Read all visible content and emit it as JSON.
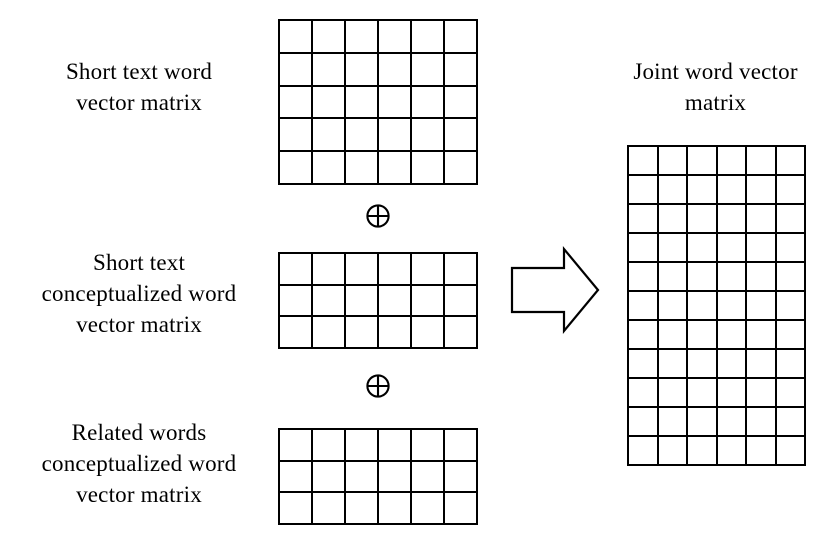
{
  "diagram": {
    "title": "Joint word vector matrix construction",
    "background_color": "#ffffff",
    "stroke_color": "#000000"
  },
  "labels": {
    "short_text_word": "Short text word\nvector matrix",
    "short_text_conceptualized": "Short text\nconceptualized word\nvector matrix",
    "related_words_conceptualized": "Related words\nconceptualized word\nvector matrix",
    "joint_word_vector": "Joint word vector\nmatrix"
  },
  "operators": {
    "first_plus": "circled-plus",
    "second_plus": "circled-plus",
    "arrow": "right-block-arrow"
  },
  "matrices": {
    "short_text_word_matrix": {
      "name": "short-text-word-vector-matrix",
      "cols": 6,
      "rows": 5
    },
    "short_text_conceptualized_matrix": {
      "name": "short-text-conceptualized-word-vector-matrix",
      "cols": 6,
      "rows": 3
    },
    "related_words_conceptualized_matrix": {
      "name": "related-words-conceptualized-word-vector-matrix",
      "cols": 6,
      "rows": 3
    },
    "joint_matrix": {
      "name": "joint-word-vector-matrix",
      "cols": 6,
      "rows": 11
    }
  }
}
